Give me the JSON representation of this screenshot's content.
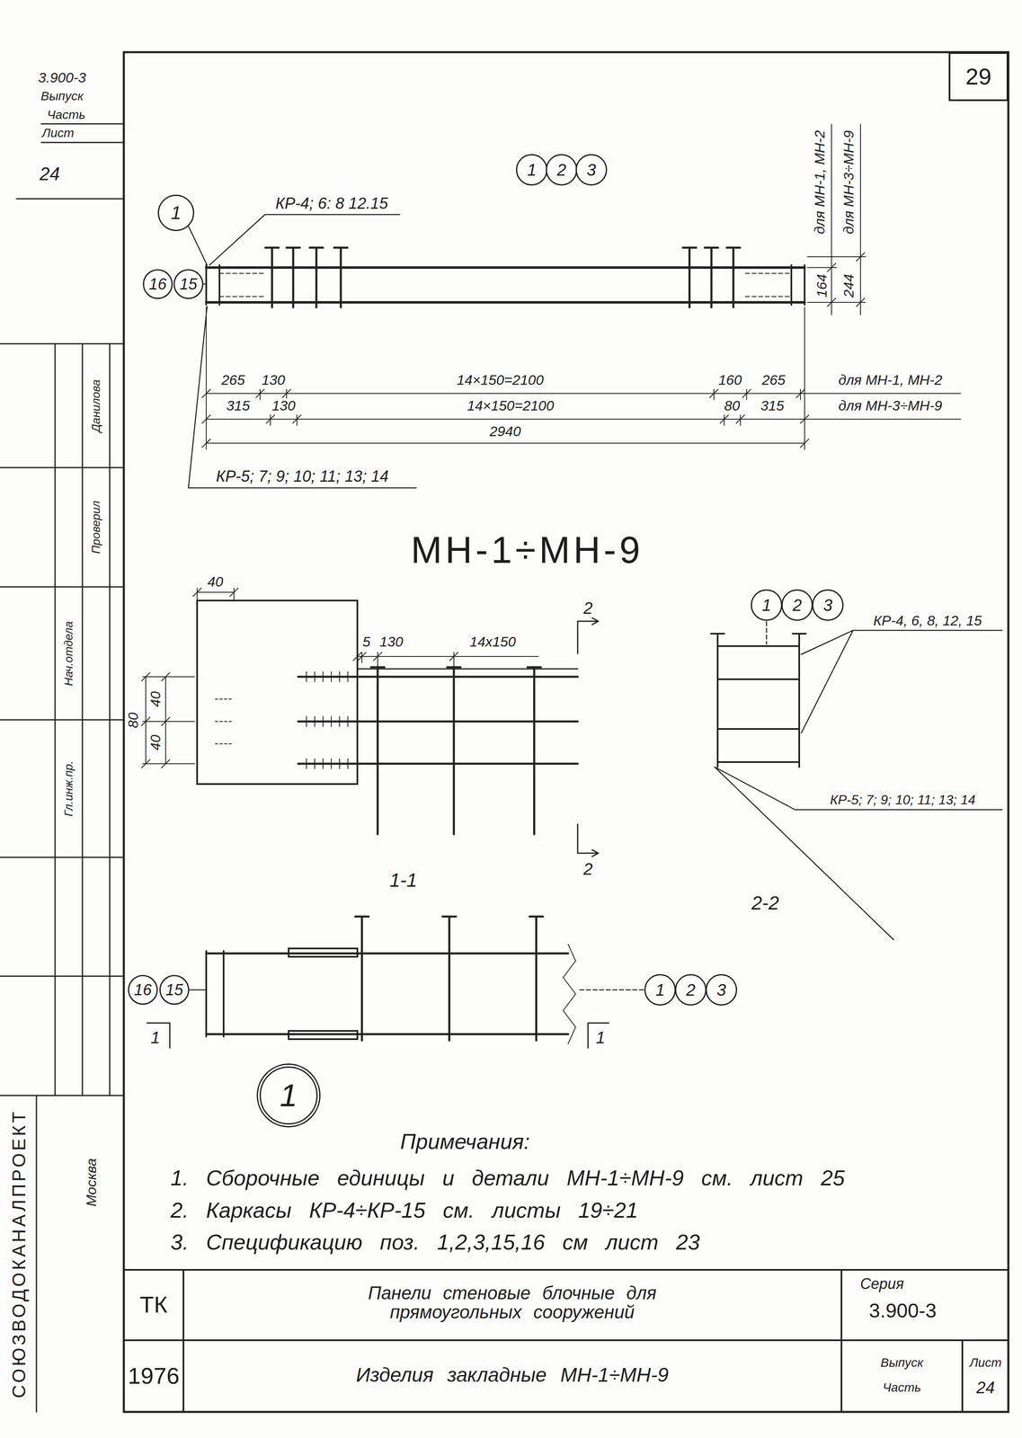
{
  "diagram": {
    "title": "МН-1÷МН-9",
    "nodes": [
      {
        "text": [
          "29"
        ]
      },
      {
        "text": [
          "1"
        ]
      },
      {
        "text": [
          "2"
        ]
      },
      {
        "text": [
          "3"
        ]
      },
      {
        "text": [
          "1"
        ]
      },
      {
        "text": [
          "16"
        ]
      },
      {
        "text": [
          "15"
        ]
      },
      {
        "text": [
          "1"
        ]
      },
      {
        "text": [
          "2"
        ]
      },
      {
        "text": [
          "3"
        ]
      },
      {
        "text": [
          "16"
        ]
      },
      {
        "text": [
          "15"
        ]
      },
      {
        "text": [
          "1"
        ]
      },
      {
        "text": [
          "2"
        ]
      },
      {
        "text": [
          "3"
        ]
      },
      {
        "text": [
          "1"
        ]
      }
    ],
    "labels": [
      "3.900-3",
      "Выпуск",
      "Часть",
      "Лист",
      "24",
      "Данилова",
      "Проверил",
      "Нач.отдела",
      "Гл.инж.пр.",
      "СОЮЗВОДОКАНАЛПРОЕКТ",
      "Москва",
      "КР-4; 6: 8 12.15",
      "для МН-1, МН-2",
      "164",
      "для МН-3÷МН-9",
      "244",
      "265",
      "130",
      "14×150=2100",
      "160",
      "265",
      "для МН-1, МН-2",
      "315",
      "130",
      "14×150=2100",
      "80",
      "315",
      "для МН-3÷МН-9",
      "2940",
      "КР-5; 7; 9; 10; 11; 13; 14",
      "40",
      "5",
      "130",
      "14х150",
      "2",
      "80",
      "40",
      "40",
      "2",
      "1-1",
      "КР-4, 6, 8, 12, 15",
      "КР-5; 7; 9; 10; 11; 13; 14",
      "2-2",
      "1",
      "1",
      "Примечания:",
      "1. Сборочные единицы и детали МН-1÷МН-9 см. лист 25",
      "2. Каркасы КР-4÷КР-15 см. листы 19÷21",
      "3. Спецификацию поз. 1,2,3,15,16 см лист 23",
      "ТК",
      "1976",
      "Панели стеновые блочные для прямоугольных сооружений",
      "Изделия закладные МН-1÷МН-9",
      "Серия",
      "3.900-3",
      "Выпуск",
      "Часть",
      "Лист",
      "24"
    ]
  }
}
